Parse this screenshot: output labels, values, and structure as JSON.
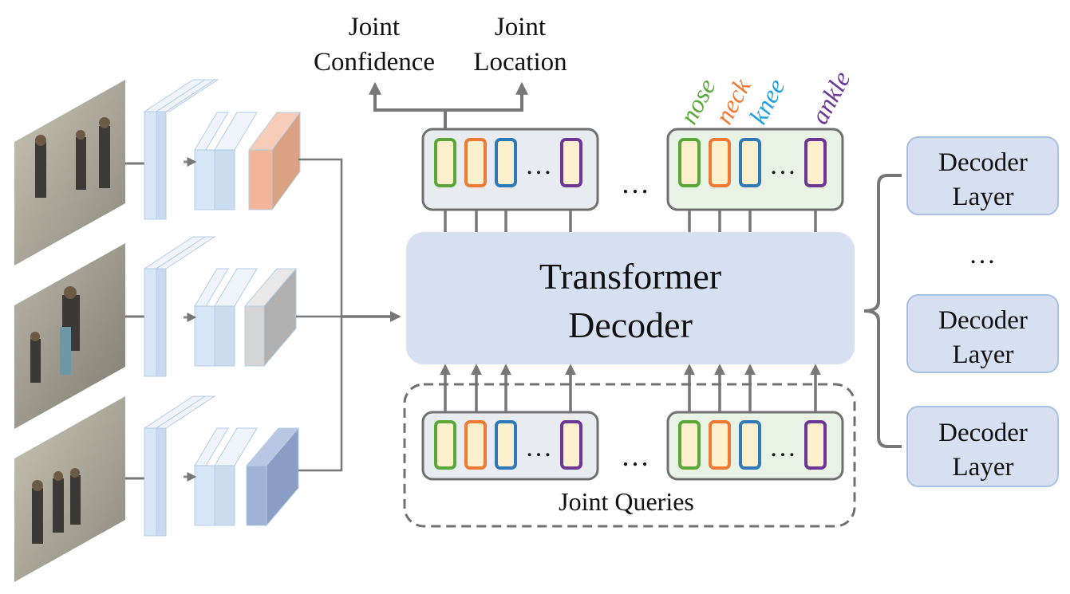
{
  "outputs": {
    "confidence": [
      "Joint",
      "Confidence"
    ],
    "location": [
      "Joint",
      "Location"
    ]
  },
  "joint_names": [
    "nose",
    "neck",
    "knee",
    "ankle"
  ],
  "decoder": {
    "title": [
      "Transformer",
      "Decoder"
    ]
  },
  "queries": {
    "label": "Joint Queries"
  },
  "ellipsis": "…",
  "layers": {
    "label": [
      "Decoder",
      "Layer"
    ],
    "gap_ellipsis": "…"
  },
  "colors": {
    "nose": "#5aa83a",
    "neck": "#ee7a35",
    "knee": "#2f79b8",
    "ankle": "#6d3596",
    "feature_1": "#f2b59a",
    "feature_2": "#d5d5d5",
    "feature_3": "#9fb1d4",
    "cnn_block": "#d7e6f4",
    "decoder_fill": "#d6e0f0",
    "layer_fill": "#d6e0f0",
    "group_gray": "#e8ebf0",
    "group_green": "#e9f3e5",
    "slot_fill": "#fdf0cc"
  }
}
